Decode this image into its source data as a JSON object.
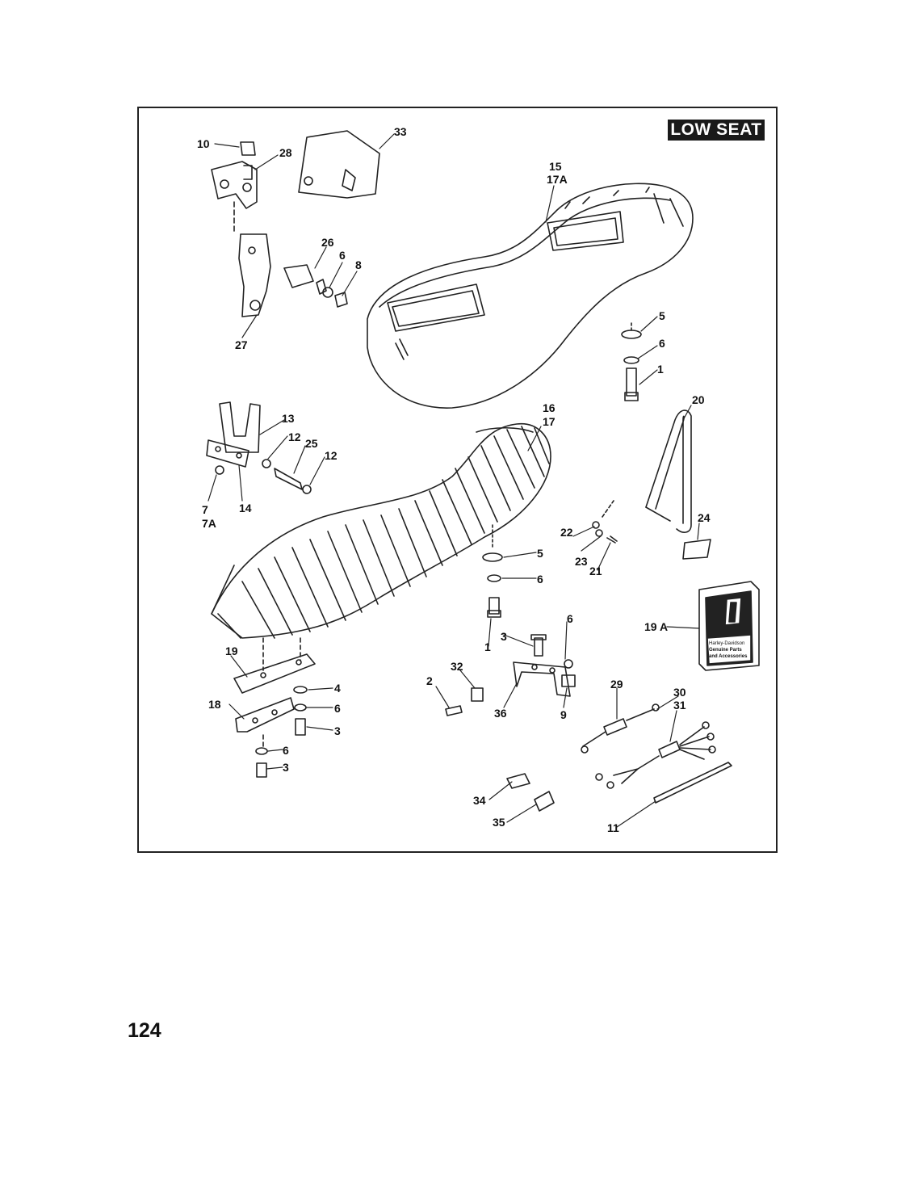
{
  "header": {
    "section_title": "LOW SEAT"
  },
  "page": {
    "number": "124"
  },
  "accessory_box": {
    "brand": "Harley-Davidson",
    "tagline_1": "Genuine Parts",
    "tagline_2": "and Accessories"
  },
  "callouts": {
    "c10": "10",
    "c28": "28",
    "c33": "33",
    "c15": "15",
    "c17a_top": "17A",
    "c26": "26",
    "c6_a": "6",
    "c8": "8",
    "c27": "27",
    "c5_a": "5",
    "c6_b": "6",
    "c1_a": "1",
    "c16": "16",
    "c17": "17",
    "c20": "20",
    "c13": "13",
    "c12_a": "12",
    "c25": "25",
    "c12_b": "12",
    "c7": "7",
    "c7a": "7A",
    "c14": "14",
    "c24": "24",
    "c22": "22",
    "c23": "23",
    "c21": "21",
    "c5_b": "5",
    "c6_c": "6",
    "c19a": "19 A",
    "c1_b": "1",
    "c3_a": "3",
    "c6_d": "6",
    "c19": "19",
    "c4": "4",
    "c18": "18",
    "c6_e": "6",
    "c3_b": "3",
    "c6_f": "6",
    "c3_c": "3",
    "c32": "32",
    "c2": "2",
    "c36": "36",
    "c9": "9",
    "c29": "29",
    "c30": "30",
    "c31": "31",
    "c34": "34",
    "c35": "35",
    "c11": "11"
  }
}
